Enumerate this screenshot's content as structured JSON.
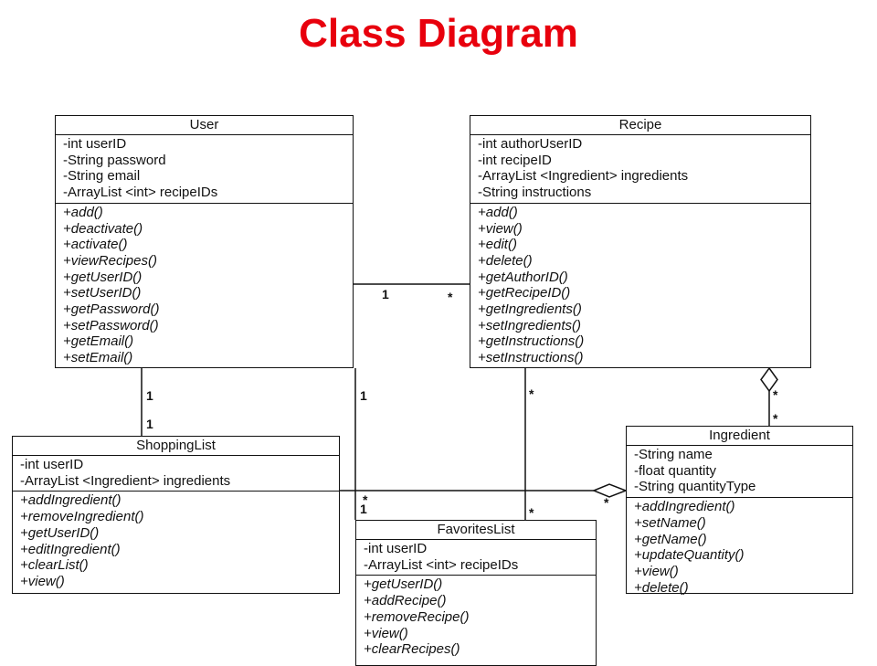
{
  "title": "Class Diagram",
  "classes": {
    "user": {
      "name": "User",
      "attributes": [
        "-int userID",
        "-String password",
        "-String email",
        "-ArrayList <int> recipeIDs"
      ],
      "operations": [
        "+add()",
        "+deactivate()",
        "+activate()",
        "+viewRecipes()",
        "+getUserID()",
        "+setUserID()",
        "+getPassword()",
        "+setPassword()",
        "+getEmail()",
        "+setEmail()"
      ]
    },
    "recipe": {
      "name": "Recipe",
      "attributes": [
        "-int authorUserID",
        "-int recipeID",
        "-ArrayList <Ingredient> ingredients",
        "-String instructions"
      ],
      "operations": [
        "+add()",
        "+view()",
        "+edit()",
        "+delete()",
        "+getAuthorID()",
        "+getRecipeID()",
        "+getIngredients()",
        "+setIngredients()",
        "+getInstructions()",
        "+setInstructions()"
      ]
    },
    "shopping_list": {
      "name": "ShoppingList",
      "attributes": [
        "-int userID",
        "-ArrayList <Ingredient> ingredients"
      ],
      "operations": [
        "+addIngredient()",
        "+removeIngredient()",
        "+getUserID()",
        "+editIngredient()",
        "+clearList()",
        "+view()"
      ]
    },
    "ingredient": {
      "name": "Ingredient",
      "attributes": [
        "-String name",
        "-float quantity",
        "-String quantityType"
      ],
      "operations": [
        "+addIngredient()",
        "+setName()",
        "+getName()",
        "+updateQuantity()",
        "+view()",
        "+delete()"
      ]
    },
    "favorites_list": {
      "name": "FavoritesList",
      "attributes": [
        "-int userID",
        "-ArrayList <int> recipeIDs"
      ],
      "operations": [
        "+getUserID()",
        "+addRecipe()",
        "+removeRecipe()",
        "+view()",
        "+clearRecipes()"
      ]
    }
  },
  "multiplicities": {
    "user_recipe_user_end": "1",
    "user_recipe_recipe_end": "*",
    "user_shopping_user_end": "1",
    "user_shopping_list_end": "1",
    "user_favorites_user_end": "1",
    "user_favorites_list_end": "1",
    "recipe_favorites_recipe_end": "*",
    "recipe_favorites_list_end": "*",
    "recipe_ingredient_recipe_end": "*",
    "recipe_ingredient_ingredient_end": "*",
    "shopping_ingredient_shopping_end": "*",
    "shopping_ingredient_ingredient_end": "*"
  }
}
